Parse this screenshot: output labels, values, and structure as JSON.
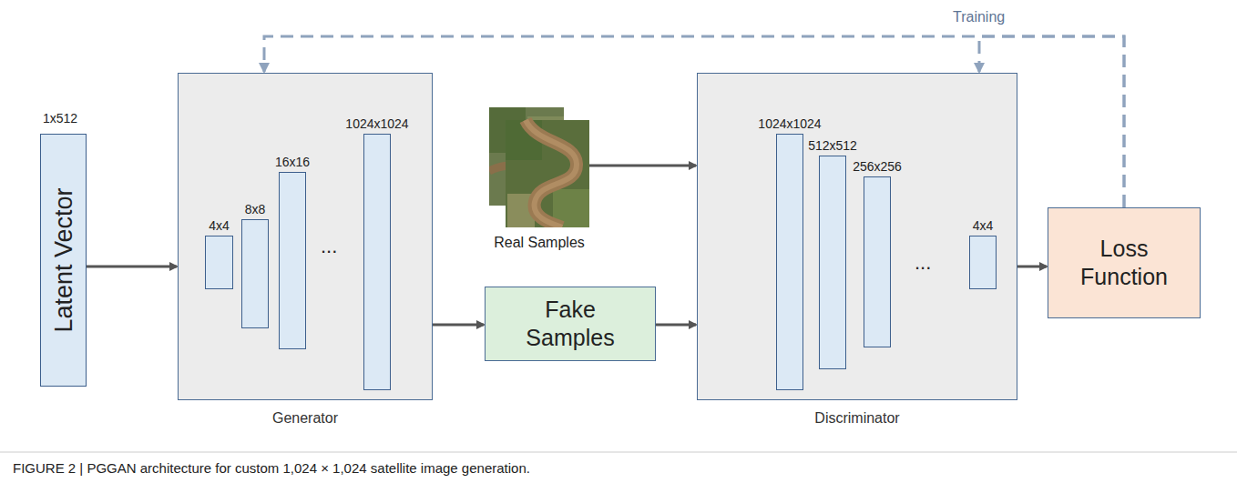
{
  "diagram": {
    "caption": "FIGURE 2 | PGGAN architecture for custom 1,024 × 1,024 satellite image generation.",
    "nodes": [
      {
        "text": [
          "1x512",
          "Latent Vector"
        ]
      },
      {
        "text": [
          "Generator"
        ]
      },
      {
        "text": [
          "4x4"
        ],
        "in": 1
      },
      {
        "text": [
          "8x8"
        ],
        "in": 1
      },
      {
        "text": [
          "16x16"
        ],
        "in": 1
      },
      {
        "text": [
          "1024x1024"
        ],
        "in": 1
      },
      {
        "text": [
          "Real Samples"
        ]
      },
      {
        "text": [
          "Fake Samples"
        ]
      },
      {
        "text": [
          "Discriminator"
        ]
      },
      {
        "text": [
          "1024x1024"
        ],
        "in": 8
      },
      {
        "text": [
          "512x512"
        ],
        "in": 8
      },
      {
        "text": [
          "256x256"
        ],
        "in": 8
      },
      {
        "text": [
          "4x4"
        ],
        "in": 8
      },
      {
        "text": [
          "Loss Function"
        ]
      }
    ],
    "edges": [
      {
        "from": 0,
        "to": 1,
        "arrow": "to"
      },
      {
        "from": 1,
        "to": 7,
        "arrow": "to"
      },
      {
        "from": 6,
        "to": 8,
        "arrow": "to"
      },
      {
        "from": 7,
        "to": 8,
        "arrow": "to"
      },
      {
        "from": 8,
        "to": 13,
        "arrow": "to"
      },
      {
        "from": 13,
        "to": 1,
        "arrow": "to"
      },
      {
        "from": 13,
        "to": 8,
        "arrow": "to",
        "label": "Training"
      }
    ],
    "labels": [
      "...",
      "..."
    ]
  }
}
